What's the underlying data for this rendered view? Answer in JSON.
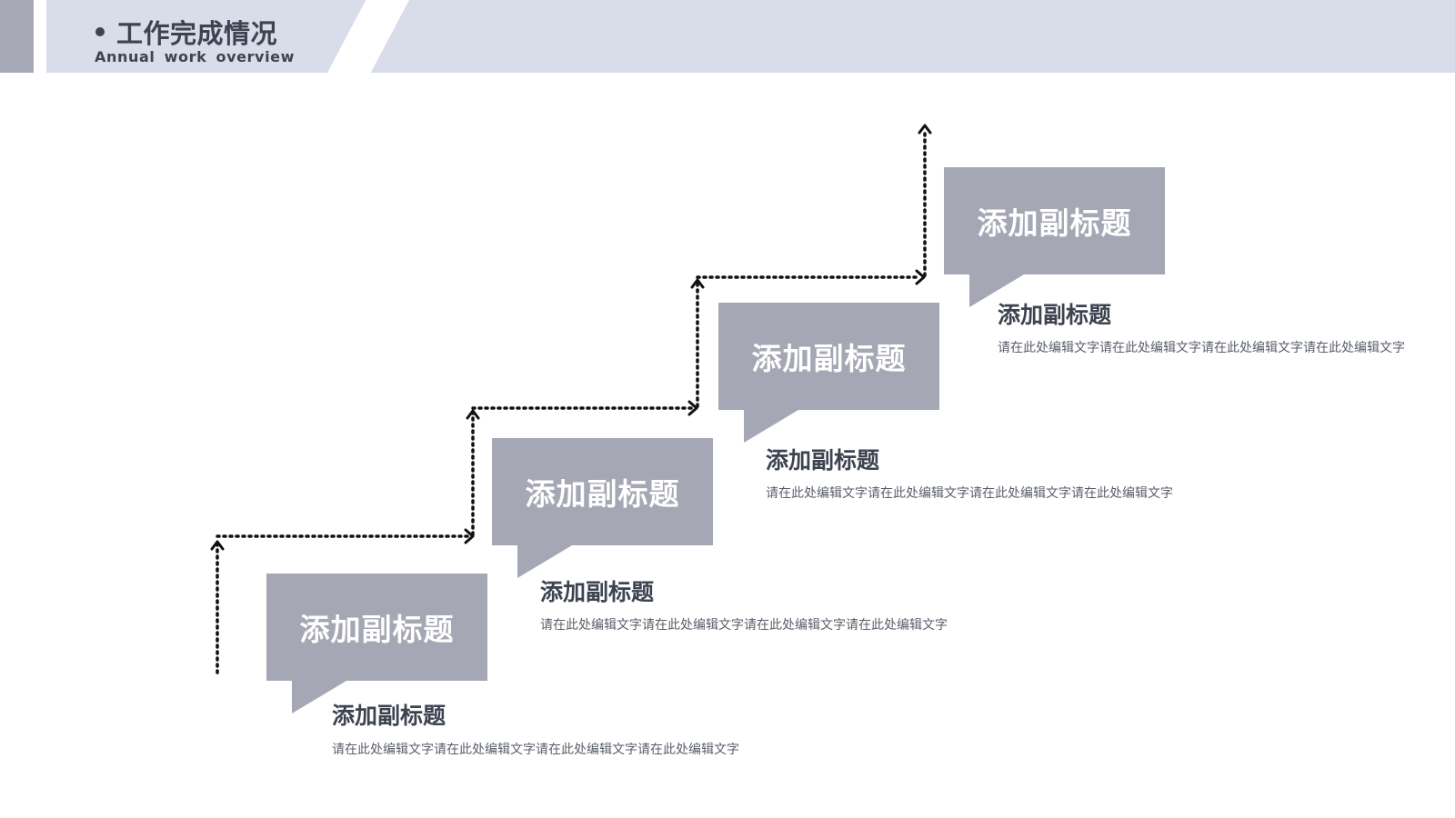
{
  "header": {
    "title": "工作完成情况",
    "subtitle": "Annual work overview"
  },
  "steps": [
    {
      "bubble_label": "添加副标题",
      "title": "添加副标题",
      "description": "请在此处编辑文字请在此处编辑文字请在此处编辑文字请在此处编辑文字"
    },
    {
      "bubble_label": "添加副标题",
      "title": "添加副标题",
      "description": "请在此处编辑文字请在此处编辑文字请在此处编辑文字请在此处编辑文字"
    },
    {
      "bubble_label": "添加副标题",
      "title": "添加副标题",
      "description": "请在此处编辑文字请在此处编辑文字请在此处编辑文字请在此处编辑文字"
    },
    {
      "bubble_label": "添加副标题",
      "title": "添加副标题",
      "description": "请在此处编辑文字请在此处编辑文字请在此处编辑文字请在此处编辑文字"
    }
  ],
  "colors": {
    "header_band": "#d9dce9",
    "header_accent": "#a7a9b6",
    "bubble": "#a6a7b4",
    "heading_text": "#3d4350",
    "body_text": "#595e69"
  }
}
